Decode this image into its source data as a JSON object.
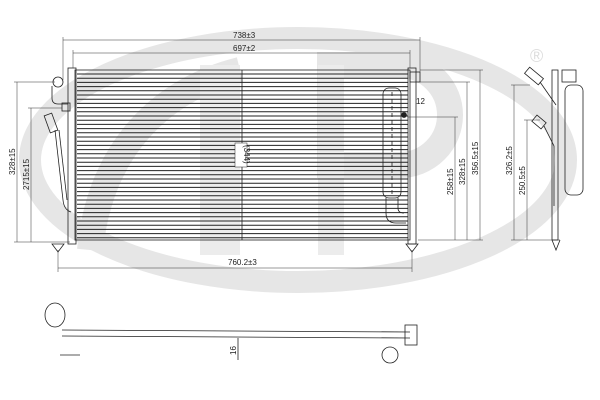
{
  "watermark": {
    "registered_mark": "®",
    "color": "#e6e6e6"
  },
  "dimensions": {
    "overall_width": "738±3",
    "core_width": "697±2",
    "core_center": "(344)",
    "left_height": "328±15",
    "left_inner_height": "2715±15",
    "bottom_width": "760.2±3",
    "fitting_offset": "12",
    "right_h1": "258±15",
    "right_h2": "328±15",
    "right_h3": "356.5±15",
    "side_h1": "326.2±5",
    "side_h2": "250.5±5",
    "bottom_view_depth": "16"
  },
  "colors": {
    "line": "#222222",
    "watermark": "#e6e6e6"
  }
}
